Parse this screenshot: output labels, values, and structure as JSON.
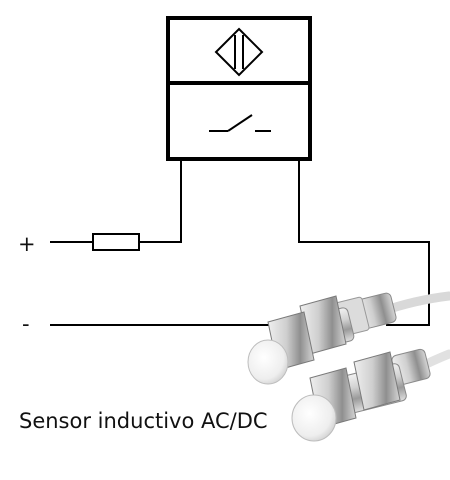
{
  "title": "",
  "terminals": {
    "positive": "+",
    "negative": "-"
  },
  "caption": "Sensor inductivo AC/DC",
  "symbols": {
    "sensor": "inductive-sensor-symbol",
    "switch": "normally-open-switch-symbol",
    "load": "resistor-load-symbol"
  },
  "colors": {
    "line": "#000000",
    "metal": "#c8c8c8",
    "cable": "#e6e6e6",
    "cap": "#f4f4f4"
  }
}
